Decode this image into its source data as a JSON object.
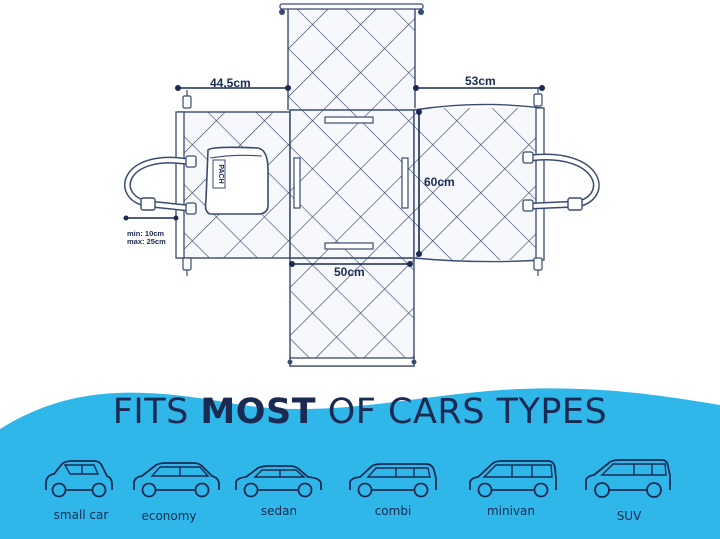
{
  "dimensions": {
    "left_width": "44,5cm",
    "right_width": "53cm",
    "height": "60cm",
    "center_width": "50cm",
    "strap_min": "min: 10cm",
    "strap_max": "max: 25cm"
  },
  "brand_label": "PACH",
  "headline": {
    "part1": "FITS ",
    "bold": "MOST",
    "part2": " OF CARS TYPES"
  },
  "car_types": [
    {
      "label": "small car",
      "icon": "small-car-icon"
    },
    {
      "label": "economy",
      "icon": "economy-car-icon"
    },
    {
      "label": "sedan",
      "icon": "sedan-car-icon"
    },
    {
      "label": "combi",
      "icon": "combi-car-icon"
    },
    {
      "label": "minivan",
      "icon": "minivan-car-icon"
    },
    {
      "label": "SUV",
      "icon": "suv-car-icon"
    }
  ],
  "colors": {
    "navy": "#1b2a52",
    "wave": "#2fb7ea",
    "panel_fill": "#f7f8fb"
  }
}
